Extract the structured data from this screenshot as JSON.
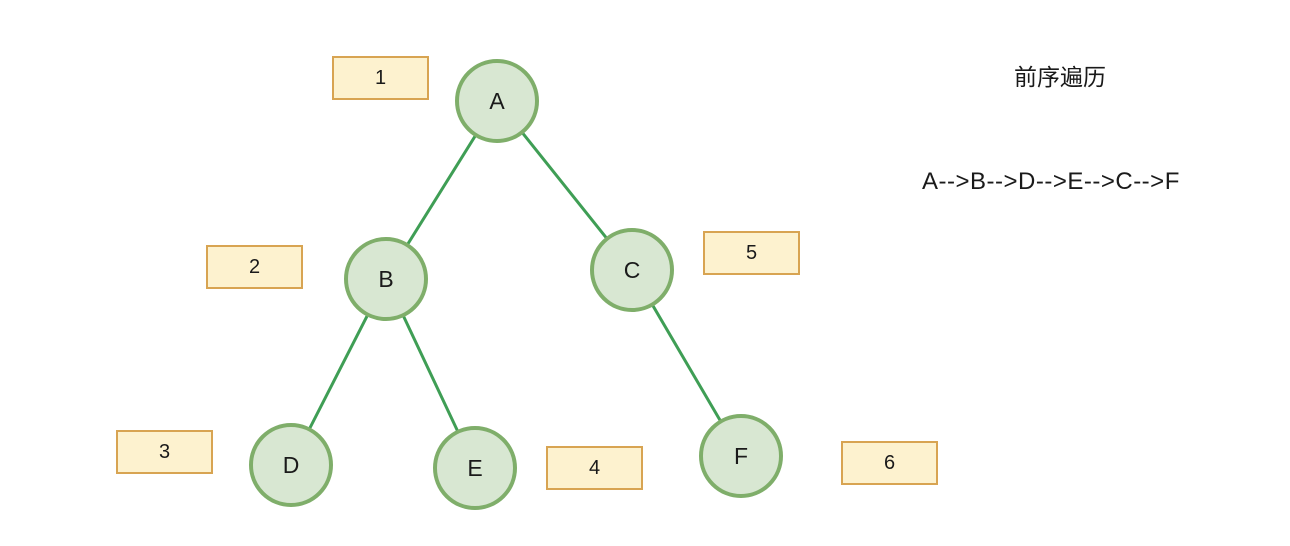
{
  "header": {
    "title": "前序遍历",
    "sequence": "A-->B-->D-->E-->C-->F"
  },
  "tree": {
    "type": "binary-tree-preorder-traversal",
    "nodes": [
      {
        "id": "A",
        "label": "A",
        "order": "1"
      },
      {
        "id": "B",
        "label": "B",
        "order": "2"
      },
      {
        "id": "C",
        "label": "C",
        "order": "5"
      },
      {
        "id": "D",
        "label": "D",
        "order": "3"
      },
      {
        "id": "E",
        "label": "E",
        "order": "4"
      },
      {
        "id": "F",
        "label": "F",
        "order": "6"
      }
    ],
    "edges": [
      {
        "from": "A",
        "to": "B"
      },
      {
        "from": "A",
        "to": "C"
      },
      {
        "from": "B",
        "to": "D"
      },
      {
        "from": "B",
        "to": "E"
      },
      {
        "from": "C",
        "to": "F"
      }
    ],
    "traversal_order": [
      "A",
      "B",
      "D",
      "E",
      "C",
      "F"
    ]
  },
  "colors": {
    "node_fill": "#d8e7d2",
    "node_border": "#7fae6a",
    "edge_stroke": "#3f9e55",
    "box_fill": "#fdf2cf",
    "box_border": "#d8a452",
    "text": "#1a1a1a",
    "background": "#ffffff"
  }
}
